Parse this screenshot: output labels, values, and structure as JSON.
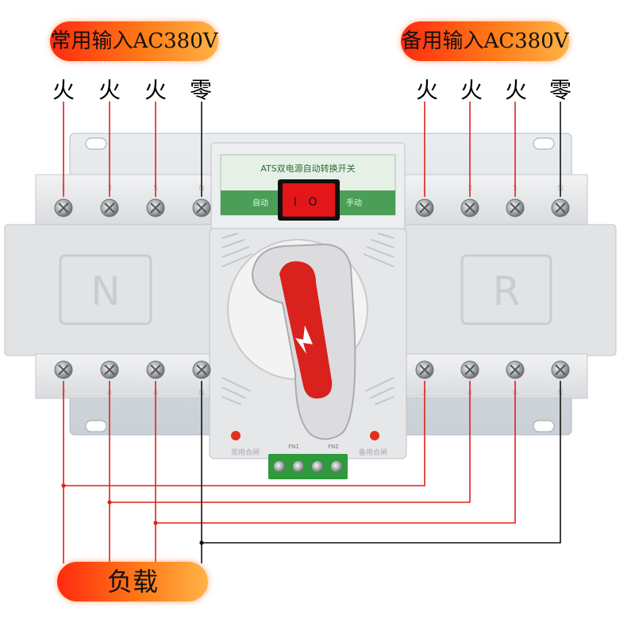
{
  "labels": {
    "main_input": "常用输入AC380V",
    "backup_input": "备用输入AC380V",
    "load": "负载",
    "live": "火",
    "neutral": "零"
  },
  "device": {
    "panel_title": "ATS双电源自动转换开关",
    "switch_left_mark": "I",
    "switch_right_mark": "O",
    "mode_auto": "自动",
    "mode_manual": "手动",
    "left_module_letter": "N",
    "right_module_letter": "R",
    "top_terminals": [
      "1",
      "3",
      "5",
      "N"
    ],
    "bottom_terminals": [
      "2",
      "4",
      "6",
      "N"
    ],
    "indicator_left": "常用合闸",
    "indicator_right": "备用合闸",
    "ctrl_labels": [
      "FN1",
      "FN2"
    ]
  },
  "colors": {
    "live_wire": "#e0201c",
    "neutral_wire": "#111111",
    "handle_red": "#d9211d",
    "terminal_green": "#2f9a3c"
  }
}
